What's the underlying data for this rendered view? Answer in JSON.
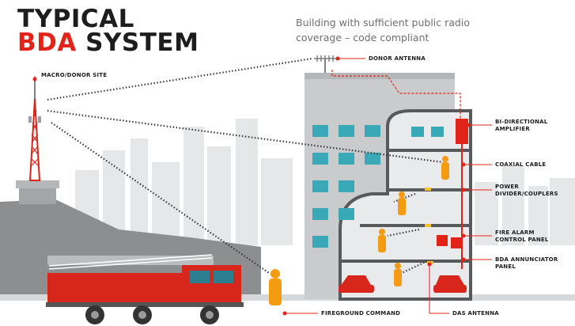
{
  "header": {
    "title_line1": "TYPICAL",
    "title_line2_accent": "BDA",
    "title_line2_rest": " SYSTEM",
    "subtitle_line1": "Building with sufficient public radio",
    "subtitle_line2": "coverage – code compliant"
  },
  "labels": {
    "donor_antenna": "DONOR ANTENNA",
    "macro_site": "MACRO/DONOR SITE",
    "bda_line1": "BI-DIRECTIONAL",
    "bda_line2": "AMPLIFIER",
    "coaxial_cable": "COAXIAL CABLE",
    "power_line1": "POWER",
    "power_line2": "DIVIDER/COUPLERS",
    "facp_line1": "FIRE ALARM",
    "facp_line2": "CONTROL PANEL",
    "annunciator_line1": "BDA ANNUNCIATOR",
    "annunciator_line2": "PANEL",
    "fireground": "FIREGROUND COMMAND",
    "das_antenna": "DAS ANTENNA"
  },
  "colors": {
    "accent_red": "#e2231a",
    "dark_text": "#1d1d1d",
    "subtitle_gray": "#6f6f6f",
    "building_gray": "#c9cbcd",
    "window_teal": "#3aa9b7",
    "firefighter_orange": "#f39c12"
  }
}
